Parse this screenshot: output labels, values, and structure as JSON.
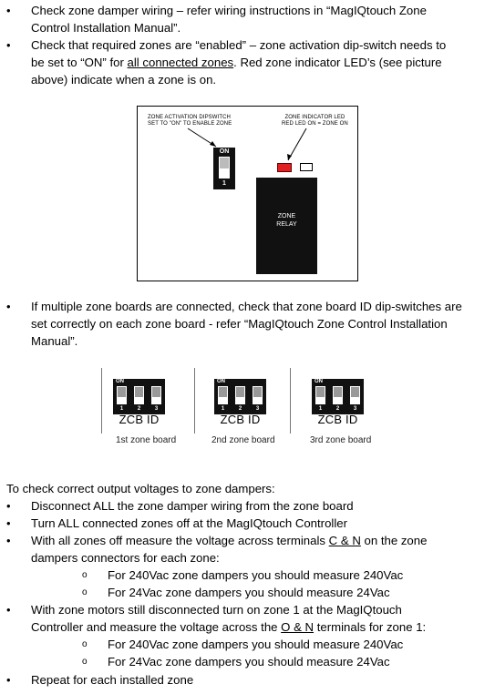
{
  "intro_bullets": [
    {
      "line1": "Check zone damper wiring – refer wiring instructions in “MagIQtouch Zone",
      "line2": "Control Installation Manual”."
    },
    {
      "line1": "Check that required zones are “enabled” – zone activation dip-switch needs to",
      "line2_pre": "be set to “ON” for ",
      "line2_link": "all connected zones",
      "line2_post": ". Red zone indicator LED’s (see picture",
      "line3": "above) indicate when a zone is on."
    }
  ],
  "diagram1": {
    "label_left_1": "ZONE ACTIVATION DIPSWITCH",
    "label_left_2": "SET TO \"ON\" TO ENABLE ZONE",
    "label_right_1": "ZONE INDICATOR LED",
    "label_right_2": "RED LED ON = ZONE ON",
    "dip_on": "ON",
    "dip_num": "1",
    "relay_1": "ZONE",
    "relay_2": "RELAY"
  },
  "multi_board_bullet": {
    "line1": "If multiple zone boards are connected, check that zone board ID dip-switches are",
    "line2": "set correctly on each zone board - refer “MagIQtouch Zone Control Installation",
    "line3": "Manual”."
  },
  "zone_boards": [
    {
      "on": "ON",
      "n1": "1",
      "n2": "2",
      "n3": "3",
      "id": "ZCB ID",
      "caption": "1st zone board"
    },
    {
      "on": "ON",
      "n1": "1",
      "n2": "2",
      "n3": "3",
      "id": "ZCB ID",
      "caption": "2nd zone board"
    },
    {
      "on": "ON",
      "n1": "1",
      "n2": "2",
      "n3": "3",
      "id": "ZCB ID",
      "caption": "3rd zone board"
    }
  ],
  "voltage_intro": "To check correct output voltages to zone dampers:",
  "steps": {
    "s1": "Disconnect ALL the zone damper wiring from the zone board",
    "s2": "Turn ALL connected zones off at the MagIQtouch Controller",
    "s3_line1_pre": "With all zones off measure the voltage across terminals ",
    "s3_link": "C & N",
    "s3_line1_post": " on the zone",
    "s3_line2": "dampers connectors for each zone:",
    "s3_sub1": "For 240Vac zone dampers you should measure 240Vac",
    "s3_sub2": "For 24Vac zone dampers you should measure 24Vac",
    "s4_line1": "With zone motors still disconnected turn on zone 1 at the MagIQtouch",
    "s4_line2_pre": "Controller and measure the voltage across the ",
    "s4_link": "O & N",
    "s4_line2_post": " terminals for zone 1:",
    "s4_sub1": "For 240Vac zone dampers you should measure 240Vac",
    "s4_sub2": "For 24Vac zone dampers you should measure 24Vac",
    "s5": "Repeat for each installed zone"
  },
  "bullet_glyph": "•",
  "sub_glyph": "o"
}
